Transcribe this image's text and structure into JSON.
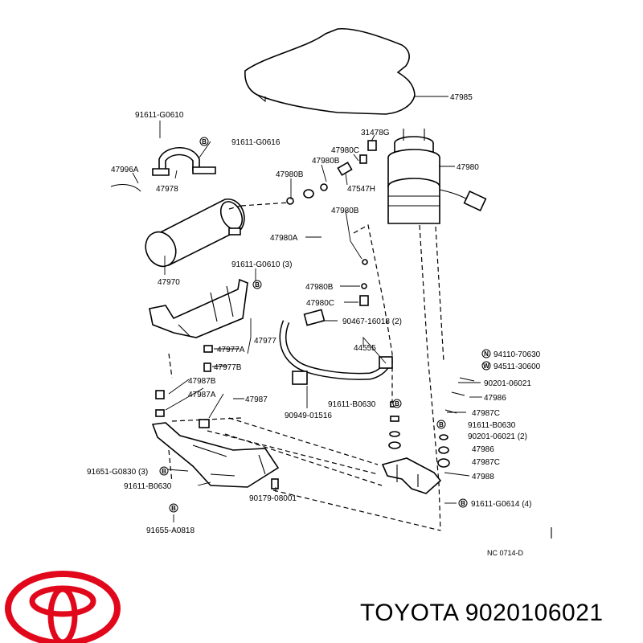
{
  "brand": {
    "caption": "TOYOTA 9020106021",
    "logo_color": "#e2081c"
  },
  "diagram_code": "NC  0714-D",
  "labels": {
    "p47985": "47985",
    "p91611_g0610": "91611-G0610",
    "p91611_g0616": "91611-G0616",
    "p31478g": "31478G",
    "p47980c_top": "47980C",
    "p47980": "47980",
    "p47996a": "47996A",
    "p47978": "47978",
    "p47980b_1": "47980B",
    "p47980b_2": "47980B",
    "p47547h": "47547H",
    "p47980b_3": "47980B",
    "p47980a": "47980A",
    "p47970": "47970",
    "p91611_g0610_3": "91611-G0610 (3)",
    "p47980b_4": "47980B",
    "p47980c_2": "47980C",
    "p90467": "90467-16018 (2)",
    "p47977": "47977",
    "p47977a": "47977A",
    "p44555": "44555",
    "p47977b": "47977B",
    "p94110": "94110-70630",
    "p94511": "94511-30600",
    "p47987b_1": "47987B",
    "p90201_top": "90201-06021",
    "p47987a": "47987A",
    "p47987": "47987",
    "p47986_1": "47986",
    "p90949": "90949-01516",
    "p91611_b0630_mid": "91611-B0630",
    "p47987c_1": "47987C",
    "p91611_b0630_r": "91611-B0630",
    "p90201_2": "90201-06021 (2)",
    "p47986_2": "47986",
    "p47987c_2": "47987C",
    "p91651": "91651-G0830 (3)",
    "p47988": "47988",
    "p91611_b0630_l": "91611-B0630",
    "p90179": "90179-08001",
    "p91611_g0614": "91611-G0614 (4)",
    "p91655": "91655-A0818"
  },
  "symbols": {
    "b": "B",
    "n": "N",
    "w": "W"
  }
}
